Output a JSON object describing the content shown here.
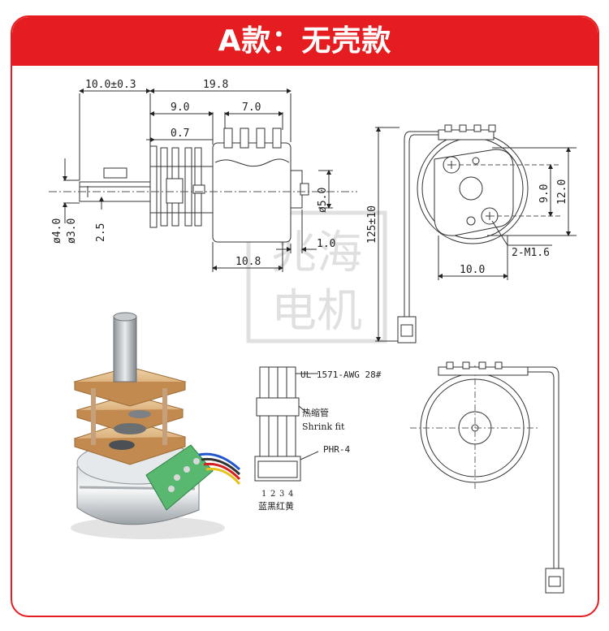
{
  "banner": {
    "title": "A款：无壳款"
  },
  "watermark": {
    "line1": "兆海",
    "line2": "电机"
  },
  "side_view": {
    "dims": {
      "d10_0": "10.0±0.3",
      "d19_8": "19.8",
      "d9_0": "9.0",
      "d7_0": "7.0",
      "d0_7": "0.7",
      "dia4_0": "ø4.0",
      "dia3_0": "ø3.0",
      "d2_5": "2.5",
      "dia5_0": "ø5.0",
      "d1_0": "1.0",
      "d10_8": "10.8"
    }
  },
  "front_view": {
    "dims": {
      "d125_10": "125±10",
      "d9_0": "9.0",
      "d12_0": "12.0",
      "d10_0": "10.0",
      "screw": "2-M1.6"
    }
  },
  "wire_detail": {
    "cable": "UL 1571-AWG 28#",
    "tube_cn": "热缩管",
    "tube_en": "Shrink fit",
    "connector": "PHR-4",
    "pins": [
      "1",
      "2",
      "3",
      "4"
    ],
    "colors": "蓝黑红黄"
  },
  "colors": {
    "accent": "#e51d20"
  }
}
